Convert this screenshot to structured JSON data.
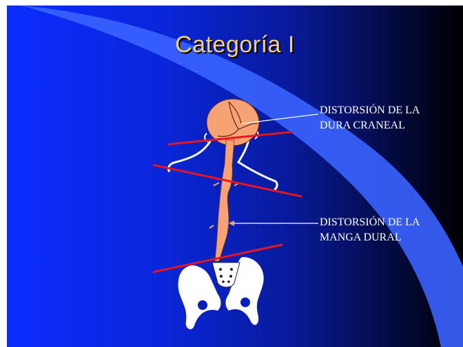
{
  "slide": {
    "title": "Categoría I",
    "labels": [
      {
        "line1": "DISTORSIÓN DE LA",
        "line2": "DURA CRANEAL"
      },
      {
        "line1": "DISTORSIÓN DE LA",
        "line2": "MANGA  DURAL"
      }
    ]
  },
  "colors": {
    "background_left": "#0b2cff",
    "background_right": "#000000",
    "title": "#f7d17a",
    "swoosh": "#3a63ff",
    "anatomy": "#f6a274",
    "cut_lines": "#e8151f",
    "bones": "#ffffff"
  }
}
